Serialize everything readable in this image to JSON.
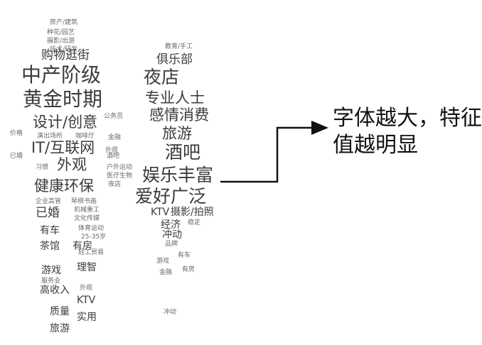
{
  "annotation": {
    "line1": "字体越大，特征",
    "line2": "值越明显"
  },
  "colors": {
    "word": "#3b3b3b",
    "word_light": "#6a6a6a",
    "arrow": "#111111"
  },
  "left_figure_words": [
    {
      "text": "房产/建筑",
      "weight": 1
    },
    {
      "text": "种花/园艺",
      "weight": 1
    },
    {
      "text": "摄影/出游",
      "weight": 1
    },
    {
      "text": "技术/研发",
      "weight": 1
    },
    {
      "text": "购物逛街",
      "weight": 3
    },
    {
      "text": "中产阶级",
      "weight": 6
    },
    {
      "text": "黄金时期",
      "weight": 6
    },
    {
      "text": "设计/创意",
      "weight": 4
    },
    {
      "text": "演出场所",
      "weight": 1
    },
    {
      "text": "咖啡厅",
      "weight": 1
    },
    {
      "text": "IT/互联网",
      "weight": 4
    },
    {
      "text": "外观",
      "weight": 4
    },
    {
      "text": "习惯",
      "weight": 1
    },
    {
      "text": "健康环保",
      "weight": 4
    },
    {
      "text": "琴棋书画",
      "weight": 1
    },
    {
      "text": "企业高管",
      "weight": 1
    },
    {
      "text": "已婚",
      "weight": 3
    },
    {
      "text": "机械重工",
      "weight": 1
    },
    {
      "text": "文化传媒",
      "weight": 1
    },
    {
      "text": "体育运动",
      "weight": 1
    },
    {
      "text": "有车",
      "weight": 2
    },
    {
      "text": "25-35岁",
      "weight": 1
    },
    {
      "text": "茶馆",
      "weight": 2
    },
    {
      "text": "有房",
      "weight": 2
    },
    {
      "text": "轻工贸易",
      "weight": 1
    },
    {
      "text": "游戏",
      "weight": 2
    },
    {
      "text": "理智",
      "weight": 2
    },
    {
      "text": "服务业",
      "weight": 1
    },
    {
      "text": "高收入",
      "weight": 2
    },
    {
      "text": "外观",
      "weight": 1
    },
    {
      "text": "KTV",
      "weight": 2
    },
    {
      "text": "质量",
      "weight": 2
    },
    {
      "text": "实用",
      "weight": 2
    },
    {
      "text": "旅游",
      "weight": 2
    },
    {
      "text": "价格",
      "weight": 1
    },
    {
      "text": "已婚",
      "weight": 1
    },
    {
      "text": "金融",
      "weight": 1
    },
    {
      "text": "外观",
      "weight": 1
    },
    {
      "text": "酒吧",
      "weight": 1
    },
    {
      "text": "户外运动",
      "weight": 1
    },
    {
      "text": "医疗生物",
      "weight": 1
    },
    {
      "text": "夜店",
      "weight": 1
    },
    {
      "text": "公务员",
      "weight": 1
    }
  ],
  "right_figure_words": [
    {
      "text": "俱乐部",
      "weight": 3
    },
    {
      "text": "教育/手工",
      "weight": 1
    },
    {
      "text": "夜店",
      "weight": 5
    },
    {
      "text": "专业人士",
      "weight": 4
    },
    {
      "text": "感情消费",
      "weight": 4
    },
    {
      "text": "旅游",
      "weight": 4
    },
    {
      "text": "酒吧",
      "weight": 5
    },
    {
      "text": "娱乐丰富",
      "weight": 5
    },
    {
      "text": "爱好广泛",
      "weight": 5
    },
    {
      "text": "KTV",
      "weight": 2
    },
    {
      "text": "摄影/拍照",
      "weight": 2
    },
    {
      "text": "经济",
      "weight": 2
    },
    {
      "text": "稳定",
      "weight": 1
    },
    {
      "text": "冲动",
      "weight": 2
    },
    {
      "text": "品牌",
      "weight": 1
    },
    {
      "text": "有车",
      "weight": 1
    },
    {
      "text": "游戏",
      "weight": 1
    },
    {
      "text": "有房",
      "weight": 1
    },
    {
      "text": "金融",
      "weight": 1
    },
    {
      "text": "冲动",
      "weight": 1
    }
  ]
}
